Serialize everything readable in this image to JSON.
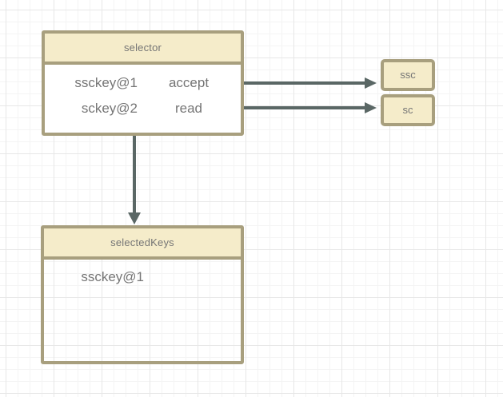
{
  "diagram": {
    "selector": {
      "title": "selector",
      "rows": [
        {
          "key": "ssckey@1",
          "action": "accept"
        },
        {
          "key": "sckey@2",
          "action": "read"
        }
      ]
    },
    "selected_keys": {
      "title": "selectedKeys",
      "items": [
        "ssckey@1"
      ]
    },
    "targets": [
      {
        "label": "ssc"
      },
      {
        "label": "sc"
      }
    ],
    "colors": {
      "node_fill": "#f5ecca",
      "node_border": "#a89f7e",
      "arrow": "#5a6765",
      "text": "#757575",
      "grid_minor": "#f4f4f4",
      "grid_major": "#e7e7e7"
    }
  }
}
